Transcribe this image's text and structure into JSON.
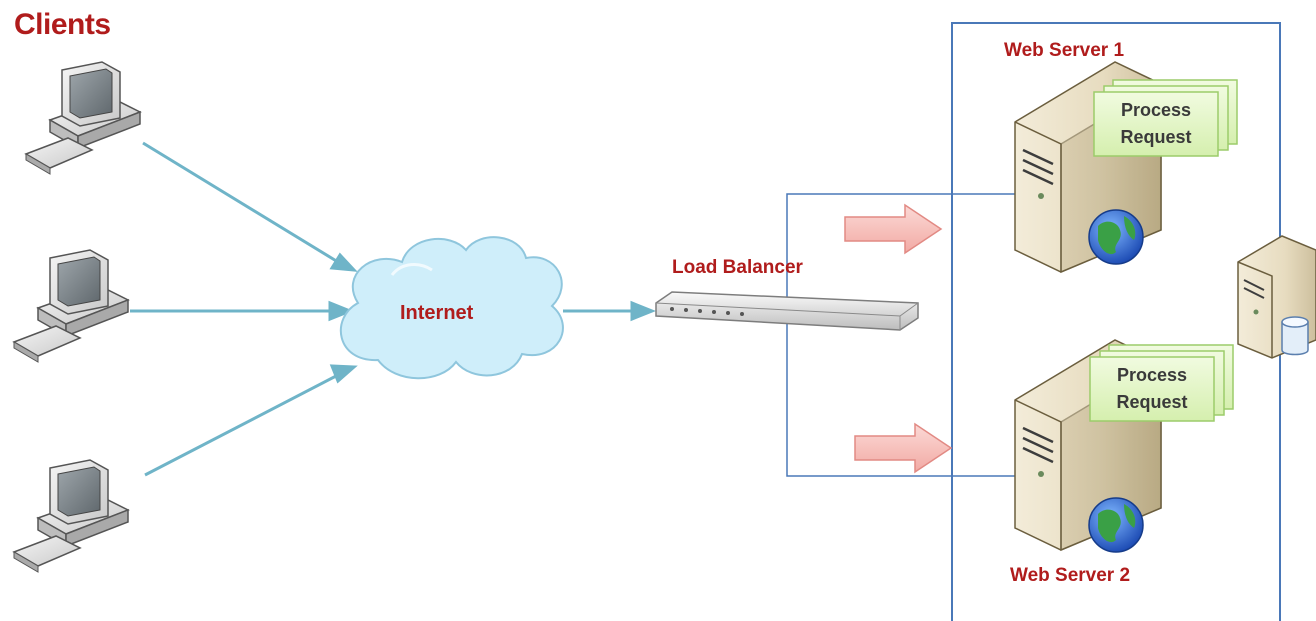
{
  "clients": {
    "title": "Clients"
  },
  "internet": {
    "label": "Internet"
  },
  "load_balancer": {
    "label": "Load Balancer"
  },
  "web_server_1": {
    "label": "Web Server 1",
    "note_line1": "Process",
    "note_line2": "Request"
  },
  "web_server_2": {
    "label": "Web Server 2",
    "note_line1": "Process",
    "note_line2": "Request"
  },
  "colors": {
    "label_red": "#b01c1c",
    "client_arrow": "#6fb4c8",
    "cloud_fill": "#cfeefa",
    "cloud_stroke": "#8fc6dd",
    "server_box": "#4a78b8",
    "note_fill": "#e4f6c6",
    "note_stroke": "#9ccc6a",
    "big_arrow_fill": "#f7c4c0",
    "big_arrow_stroke": "#e28a84"
  }
}
